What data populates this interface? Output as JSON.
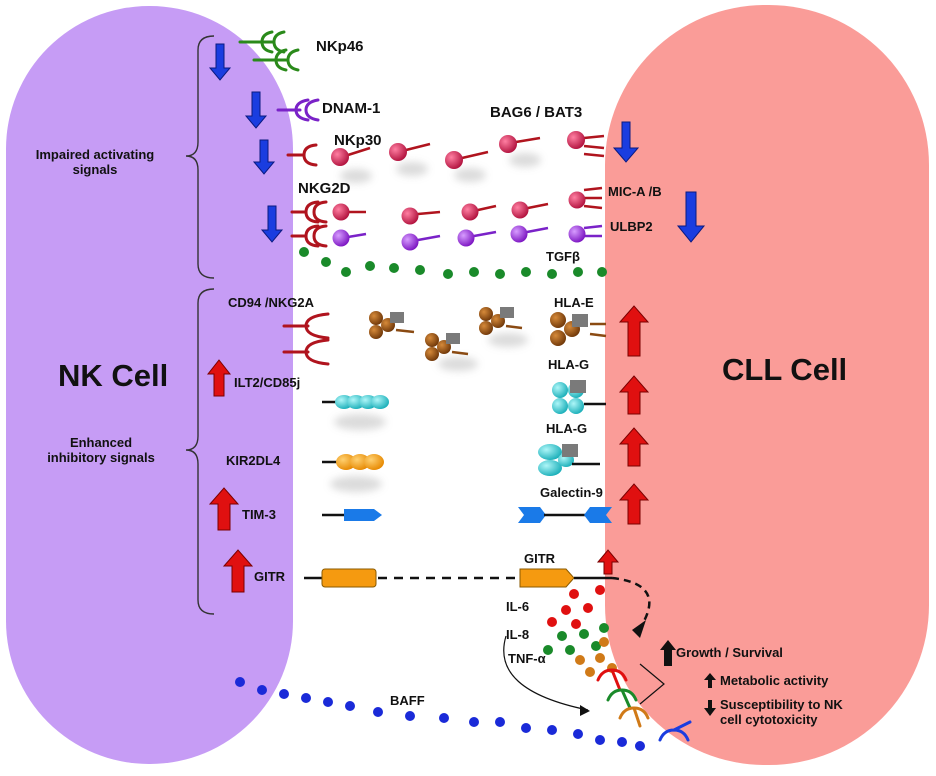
{
  "cells": {
    "nk": {
      "label": "NK Cell",
      "color": "#c69cf5"
    },
    "cll": {
      "label": "CLL Cell",
      "color": "#fa9c98"
    }
  },
  "groups": {
    "activating": "Impaired activating\nsignals",
    "inhibitory": "Enhanced\ninhibitory signals"
  },
  "nk_receptors": {
    "nkp46": "NKp46",
    "dnam1": "DNAM-1",
    "nkp30": "NKp30",
    "nkg2d": "NKG2D",
    "cd94": "CD94 /NKG2A",
    "ilt2": "ILT2/CD85j",
    "kir2dl4": "KIR2DL4",
    "tim3": "TIM-3",
    "gitr": "GITR"
  },
  "cll_ligands": {
    "bag6": "BAG6 / BAT3",
    "mica": "MIC-A /B",
    "ulbp2": "ULBP2",
    "tgfb": "TGFβ",
    "hlae": "HLA-E",
    "hlag1": "HLA-G",
    "hlag2": "HLA-G",
    "galectin9": "Galectin-9",
    "gitr": "GITR"
  },
  "cytokines": {
    "il6": "IL-6",
    "il8": "IL-8",
    "tnfa": "TNF-α",
    "baff": "BAFF"
  },
  "effects": {
    "growth": "Growth / Survival",
    "metabolic": "Metabolic activity",
    "susceptibility": "Susceptibility to NK\ncell cytotoxicity"
  },
  "colors": {
    "down_arrow": "#1a3de0",
    "up_arrow": "#e01010",
    "ligand_red": "#c81a4a",
    "ulbp_purple": "#9a2ad8",
    "tgfb_green": "#1a8a2a",
    "hla_brown": "#8a4a12",
    "hlag_cyan": "#2cc7d0",
    "kir_orange": "#f59a10",
    "tim_blue": "#1a7ae8",
    "baff_blue": "#1a2ad8"
  }
}
